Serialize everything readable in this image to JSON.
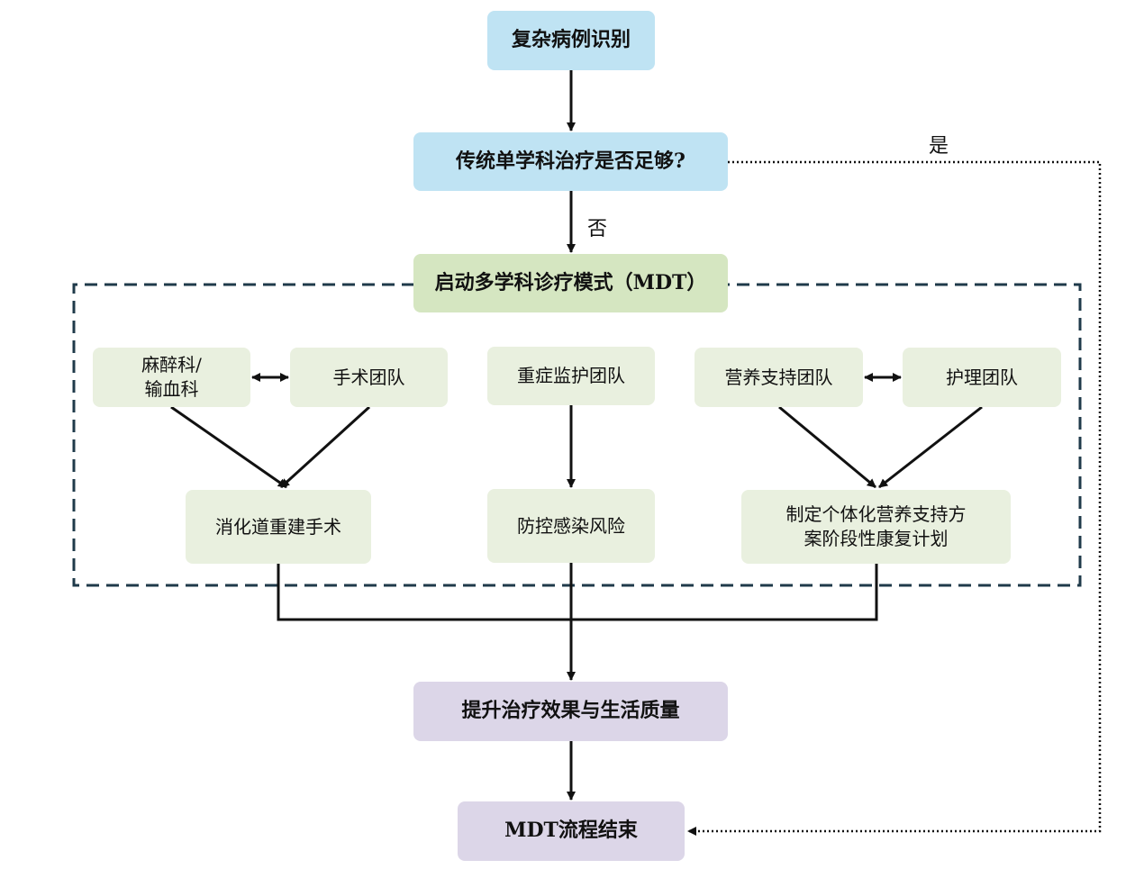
{
  "nodes": {
    "identify": "复杂病例识别",
    "decision": "传统单学科治疗是否足够?",
    "mdt_start": "启动多学科诊疗模式（MDT）",
    "anesthesia_l1": "麻醉科/",
    "anesthesia_l2": "输血科",
    "surgery_team": "手术团队",
    "icu_team": "重症监护团队",
    "nutrition_team": "营养支持团队",
    "nursing_team": "护理团队",
    "reconstruction": "消化道重建手术",
    "infection": "防控感染风险",
    "plan_l1": "制定个体化营养支持方",
    "plan_l2": "案阶段性康复计划",
    "improve": "提升治疗效果与生活质量",
    "end": "MDT流程结束"
  },
  "edge_labels": {
    "yes": "是",
    "no": "否"
  },
  "colors": {
    "blue": "#bfe3f3",
    "green_header": "#d5e6c1",
    "green": "#e9f0df",
    "purple": "#dcd6e8",
    "dashed_frame": "#1f3a4a",
    "line": "#111111"
  }
}
